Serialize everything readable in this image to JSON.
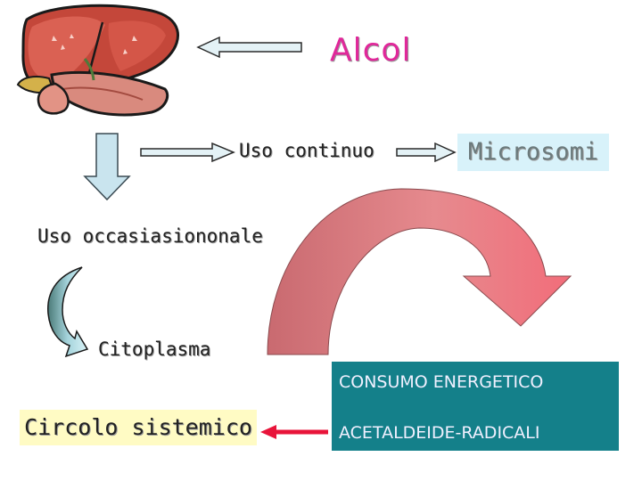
{
  "diagram": {
    "title": "Alcol",
    "uso_continuo": "Uso continuo",
    "microsomi": "Microsomi",
    "uso_occasionale": "Uso occasiasiononale",
    "citoplasma": "Citoplasma",
    "circolo": "Circolo sistemico",
    "consumo": "CONSUMO ENERGETICO",
    "acetaldeide": "ACETALDEIDE-RADICALI"
  },
  "colors": {
    "title": "#e0289a",
    "microsomi_bg": "#d8f2fa",
    "circolo_bg": "#fffbc4",
    "teal_box": "#14808a",
    "curved_arrow": "#e07a80",
    "block_arrow": "#c9e4ee",
    "red_arrow": "#e8143a"
  },
  "icons": {
    "organ": "liver-pancreas-icon"
  }
}
